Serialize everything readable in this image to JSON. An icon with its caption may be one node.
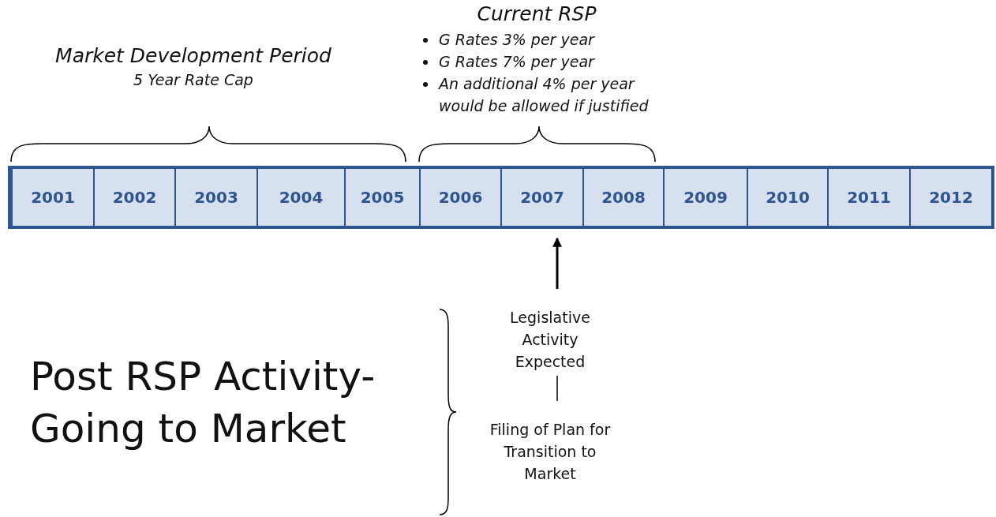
{
  "diagram": {
    "nodes": [
      {
        "text": [],
        "shape": "bar"
      },
      {
        "text": [
          "2001"
        ],
        "in": 0
      },
      {
        "text": [
          "2002"
        ],
        "in": 0
      },
      {
        "text": [
          "2003"
        ],
        "in": 0
      },
      {
        "text": [
          "2004"
        ],
        "in": 0
      },
      {
        "text": [
          "2005"
        ],
        "in": 0
      },
      {
        "text": [
          "2006"
        ],
        "in": 0
      },
      {
        "text": [
          "2007"
        ],
        "in": 0
      },
      {
        "text": [
          "2008"
        ],
        "in": 0
      },
      {
        "text": [
          "2009"
        ],
        "in": 0
      },
      {
        "text": [
          "2010"
        ],
        "in": 0
      },
      {
        "text": [
          "2011"
        ],
        "in": 0
      },
      {
        "text": [
          "2012"
        ],
        "in": 0
      },
      {
        "text": [
          "Legislative Activity Expected"
        ]
      },
      {
        "text": [
          "Filing of Plan for Transition to Market"
        ]
      }
    ],
    "edges": [
      {
        "from": 13,
        "to": 7,
        "arrow": "to"
      },
      {
        "from": 14,
        "to": 13,
        "arrow": "none"
      }
    ],
    "labels": [
      "Current RSP",
      "G Rates 3% per year",
      "G Rates 7% per year",
      "An additional 4% per year would be allowed if justified",
      "Market Development Period",
      "5 Year Rate Cap",
      "Post RSP Activity- Going to Market"
    ]
  }
}
